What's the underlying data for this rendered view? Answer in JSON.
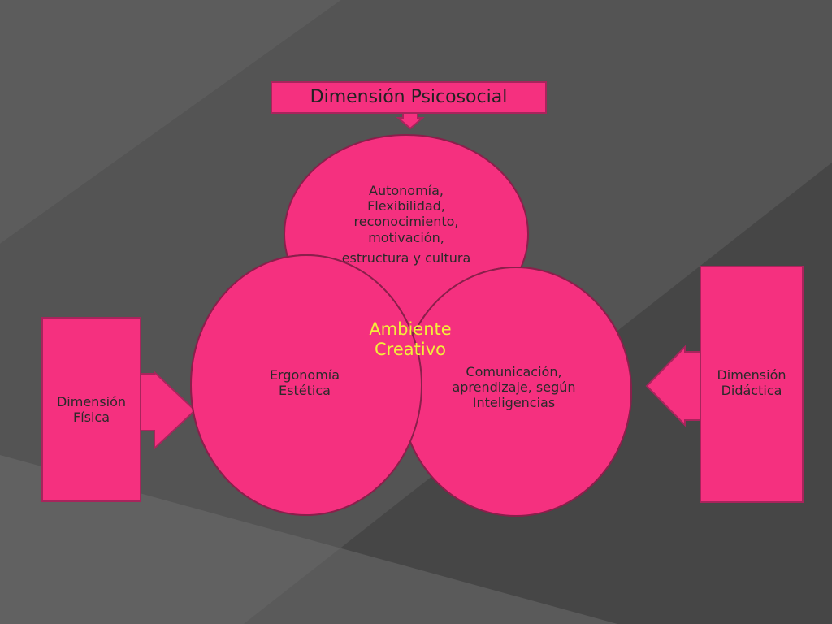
{
  "diagram": {
    "title_box": "Dimensión Psicosocial",
    "top_circle": {
      "lines": [
        "Autonomía,",
        "Flexibilidad,",
        "reconocimiento,",
        "motivación,",
        "estructura y cultura"
      ]
    },
    "left_circle": {
      "lines": [
        "Ergonomía",
        "Estética"
      ]
    },
    "right_circle": {
      "lines": [
        "Comunicación,",
        "aprendizaje, según",
        "Inteligencias"
      ]
    },
    "center_label": {
      "lines": [
        "Ambiente",
        "Creativo"
      ]
    },
    "left_box": {
      "lines": [
        "Dimensión",
        "Física"
      ]
    },
    "right_box": {
      "lines": [
        "Dimensión",
        "Didáctica"
      ]
    }
  },
  "colors": {
    "background": "#4f4f4f",
    "shape_fill": "#f5307f",
    "center_text": "#f3ef3a"
  }
}
